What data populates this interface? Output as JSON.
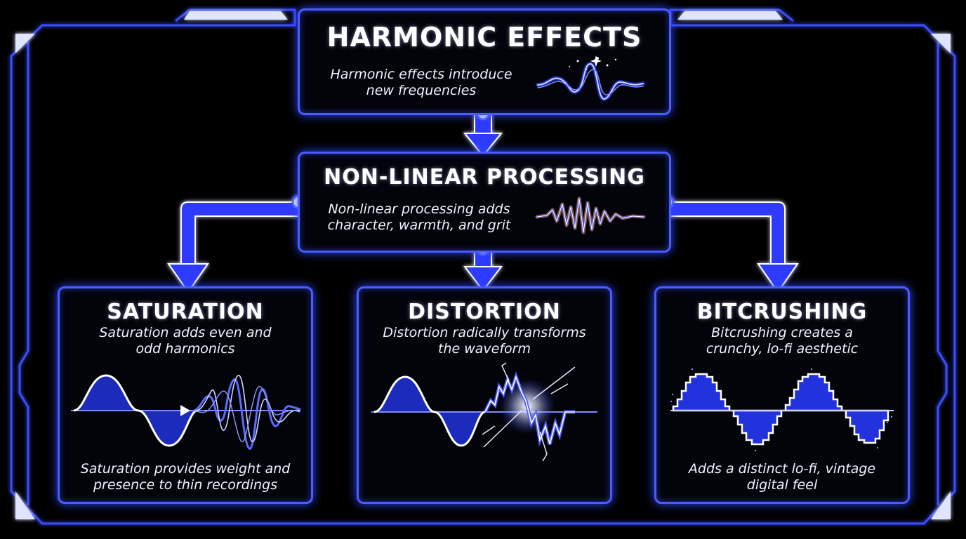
{
  "colors": {
    "background": "#000000",
    "frame": "#3b4dff",
    "box_border": "#4a5cff",
    "arrow": "#3344ff",
    "wave_fill": "#2233dd",
    "spark": "#ffb347"
  },
  "top": {
    "title": "HARMONIC EFFECTS",
    "description": "Harmonic effects introduce new frequencies"
  },
  "middle": {
    "title": "NON-LINEAR PROCESSING",
    "description": "Non-linear processing adds character, warmth, and grit"
  },
  "cards": [
    {
      "title": "SATURATION",
      "description": "Saturation adds even and odd harmonics",
      "caption": "Saturation provides weight and presence to thin recordings",
      "icon": "saturation-wave-icon"
    },
    {
      "title": "DISTORTION",
      "description": "Distortion radically transforms the waveform",
      "caption": "",
      "icon": "distortion-wave-icon"
    },
    {
      "title": "BITCRUSHING",
      "description": "Bitcrushing creates a crunchy, lo-fi aesthetic",
      "caption": "Adds a distinct lo-fi, vintage digital feel",
      "icon": "bitcrush-wave-icon"
    }
  ]
}
